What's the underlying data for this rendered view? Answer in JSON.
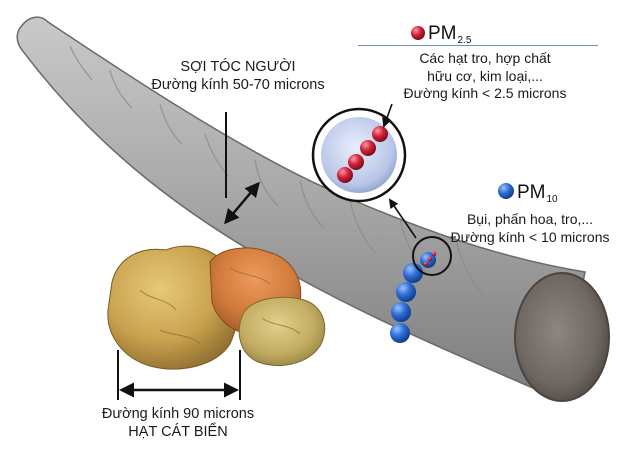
{
  "hair": {
    "name": "SỢI TÓC NGƯỜI",
    "diameter": "Đường kính 50-70 microns"
  },
  "sand": {
    "diameter": "Đường kính 90 microns",
    "name": "HẠT CÁT BIỂN"
  },
  "pm25": {
    "label_main": "PM",
    "label_sub": "2.5",
    "desc_line1": "Các hạt tro, hợp chất",
    "desc_line2": "hữu cơ, kim loại,...",
    "desc_line3": "Đường kính < 2.5 microns",
    "color": "#d4233a"
  },
  "pm10": {
    "label_main": "PM",
    "label_sub": "10",
    "desc_line1": "Bụi, phấn hoa, tro,...",
    "desc_line2": "Đường kính < 10 microns",
    "color": "#2f6fd6"
  }
}
